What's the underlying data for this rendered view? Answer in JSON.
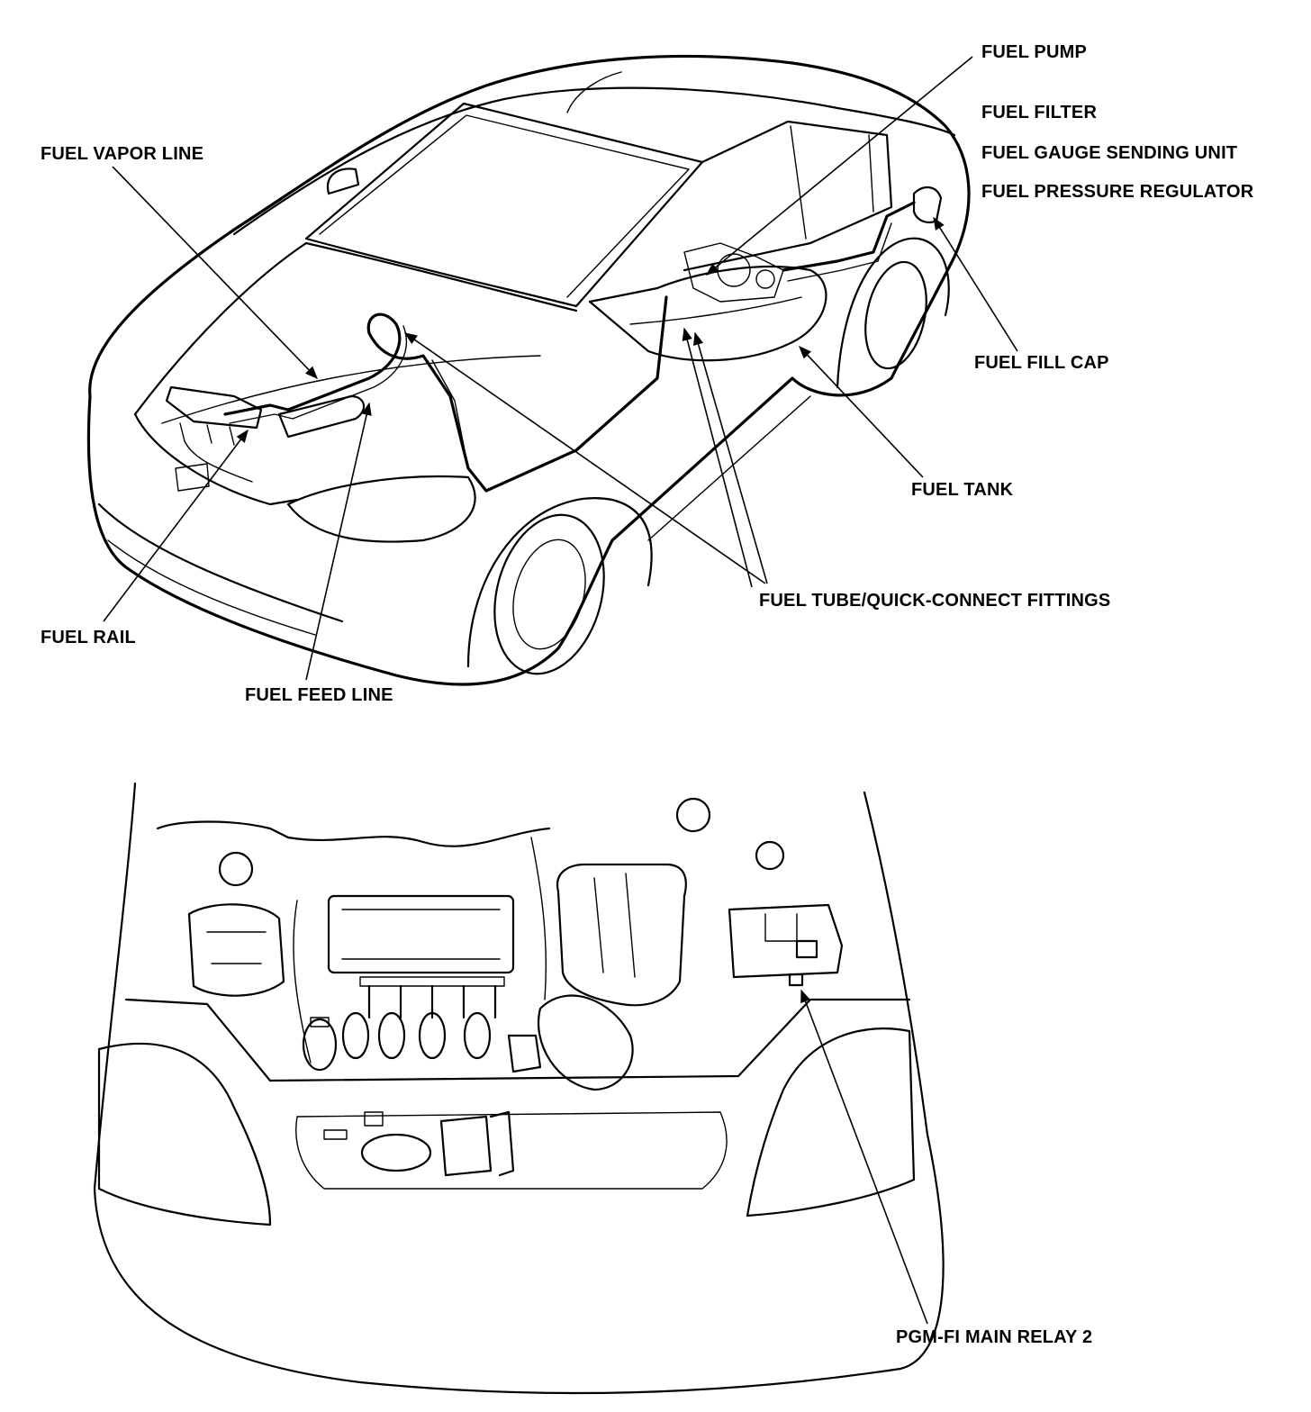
{
  "labels": {
    "fuel_pump": "FUEL PUMP",
    "fuel_filter": "FUEL FILTER",
    "fuel_gauge_sending_unit": "FUEL GAUGE SENDING UNIT",
    "fuel_pressure_regulator": "FUEL PRESSURE REGULATOR",
    "fuel_vapor_line": "FUEL VAPOR LINE",
    "fuel_fill_cap": "FUEL FILL CAP",
    "fuel_tank": "FUEL TANK",
    "fuel_tube_fittings": "FUEL TUBE/QUICK-CONNECT FITTINGS",
    "fuel_rail": "FUEL RAIL",
    "fuel_feed_line": "FUEL FEED LINE",
    "pgm_fi_main_relay_2": "PGM-FI MAIN RELAY 2"
  }
}
